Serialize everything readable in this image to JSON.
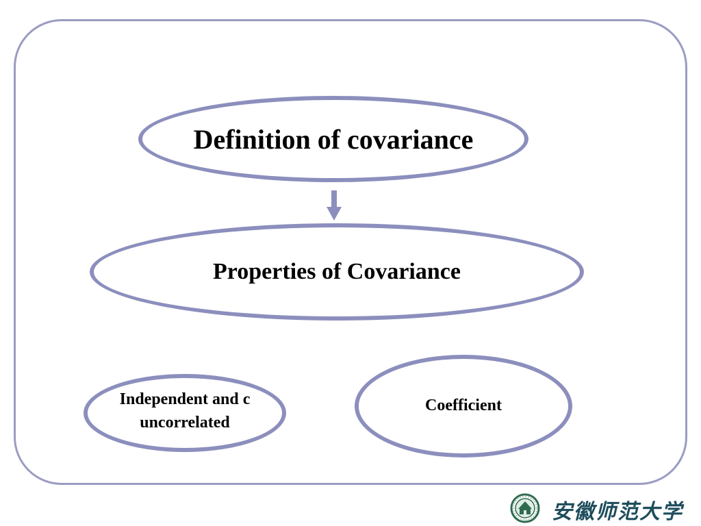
{
  "slide": {
    "definition_label": "Definition of covariance",
    "properties_label": "Properties of Covariance",
    "independent_line1": "Independent and c",
    "independent_line2": "uncorrelated",
    "coefficient_label": "Coefficient"
  },
  "logo": {
    "name": "安徽师范大学",
    "icon": "university-seal-icon"
  },
  "colors": {
    "oval_border": "#8c8fbd",
    "frame_border": "#9a9cc2",
    "logo_text": "#1e4d5c"
  }
}
